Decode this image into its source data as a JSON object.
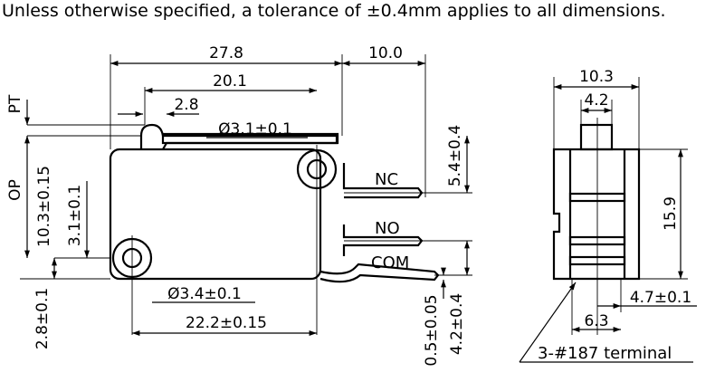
{
  "note": "Unless otherwise specified, a tolerance of ±0.4mm applies to all dimensions.",
  "front_view": {
    "dimensions": {
      "overall_length": "27.8",
      "lever_extension": "10.0",
      "upper_hole_position": "20.1",
      "lever_thickness": "2.8",
      "upper_hole_diameter": "Ø3.1±0.1",
      "nc_terminal_height": "5.4±0.4",
      "pt": "PT",
      "op": "OP",
      "op_height": "10.3±0.15",
      "lower_hole_height": "3.1±0.1",
      "lower_hole_offset": "2.8±0.1",
      "lower_hole_diameter": "Ø3.4±0.1",
      "hole_spacing": "22.2±0.15",
      "com_terminal_offset": "0.5±0.05",
      "com_terminal_height": "4.2±0.4"
    },
    "terminal_labels": {
      "nc": "NC",
      "no": "NO",
      "com": "COM"
    }
  },
  "side_view": {
    "dimensions": {
      "width": "10.3",
      "plunger_width": "4.2",
      "height": "15.9",
      "terminal_offset": "4.7±0.1",
      "terminal_pitch": "6.3"
    },
    "terminal_callout": "3-#187 terminal"
  }
}
